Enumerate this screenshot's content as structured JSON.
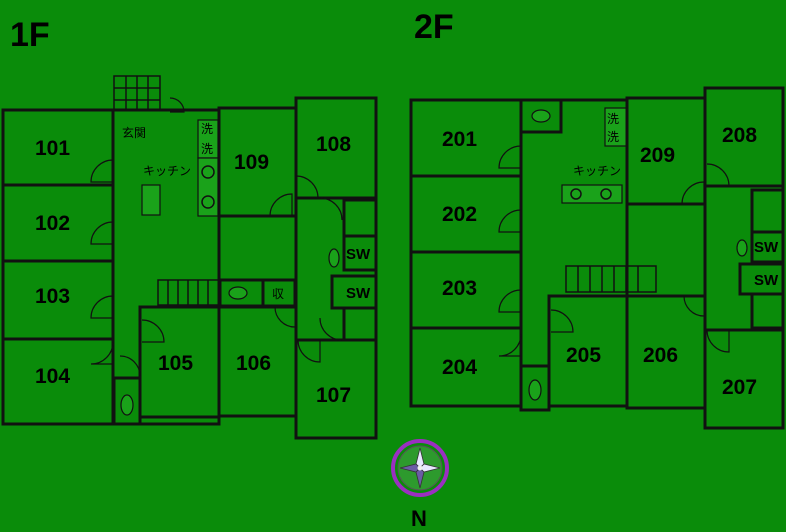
{
  "floors": {
    "first": {
      "label": "1F",
      "rooms": [
        "101",
        "102",
        "103",
        "104",
        "105",
        "106",
        "107",
        "108",
        "109"
      ],
      "entrance": "玄関",
      "kitchen": "キッチン",
      "wash": [
        "洗",
        "洗"
      ],
      "storage": "収",
      "shower": [
        "SW",
        "SW"
      ]
    },
    "second": {
      "label": "2F",
      "rooms": [
        "201",
        "202",
        "203",
        "204",
        "205",
        "206",
        "207",
        "208",
        "209"
      ],
      "kitchen": "キッチン",
      "wash": [
        "洗",
        "洗"
      ],
      "shower": [
        "SW",
        "SW"
      ]
    }
  },
  "compass": {
    "label": "N",
    "color": "#9b2fc0"
  },
  "colors": {
    "background": "#0a8c0a",
    "walls": "#111111"
  }
}
